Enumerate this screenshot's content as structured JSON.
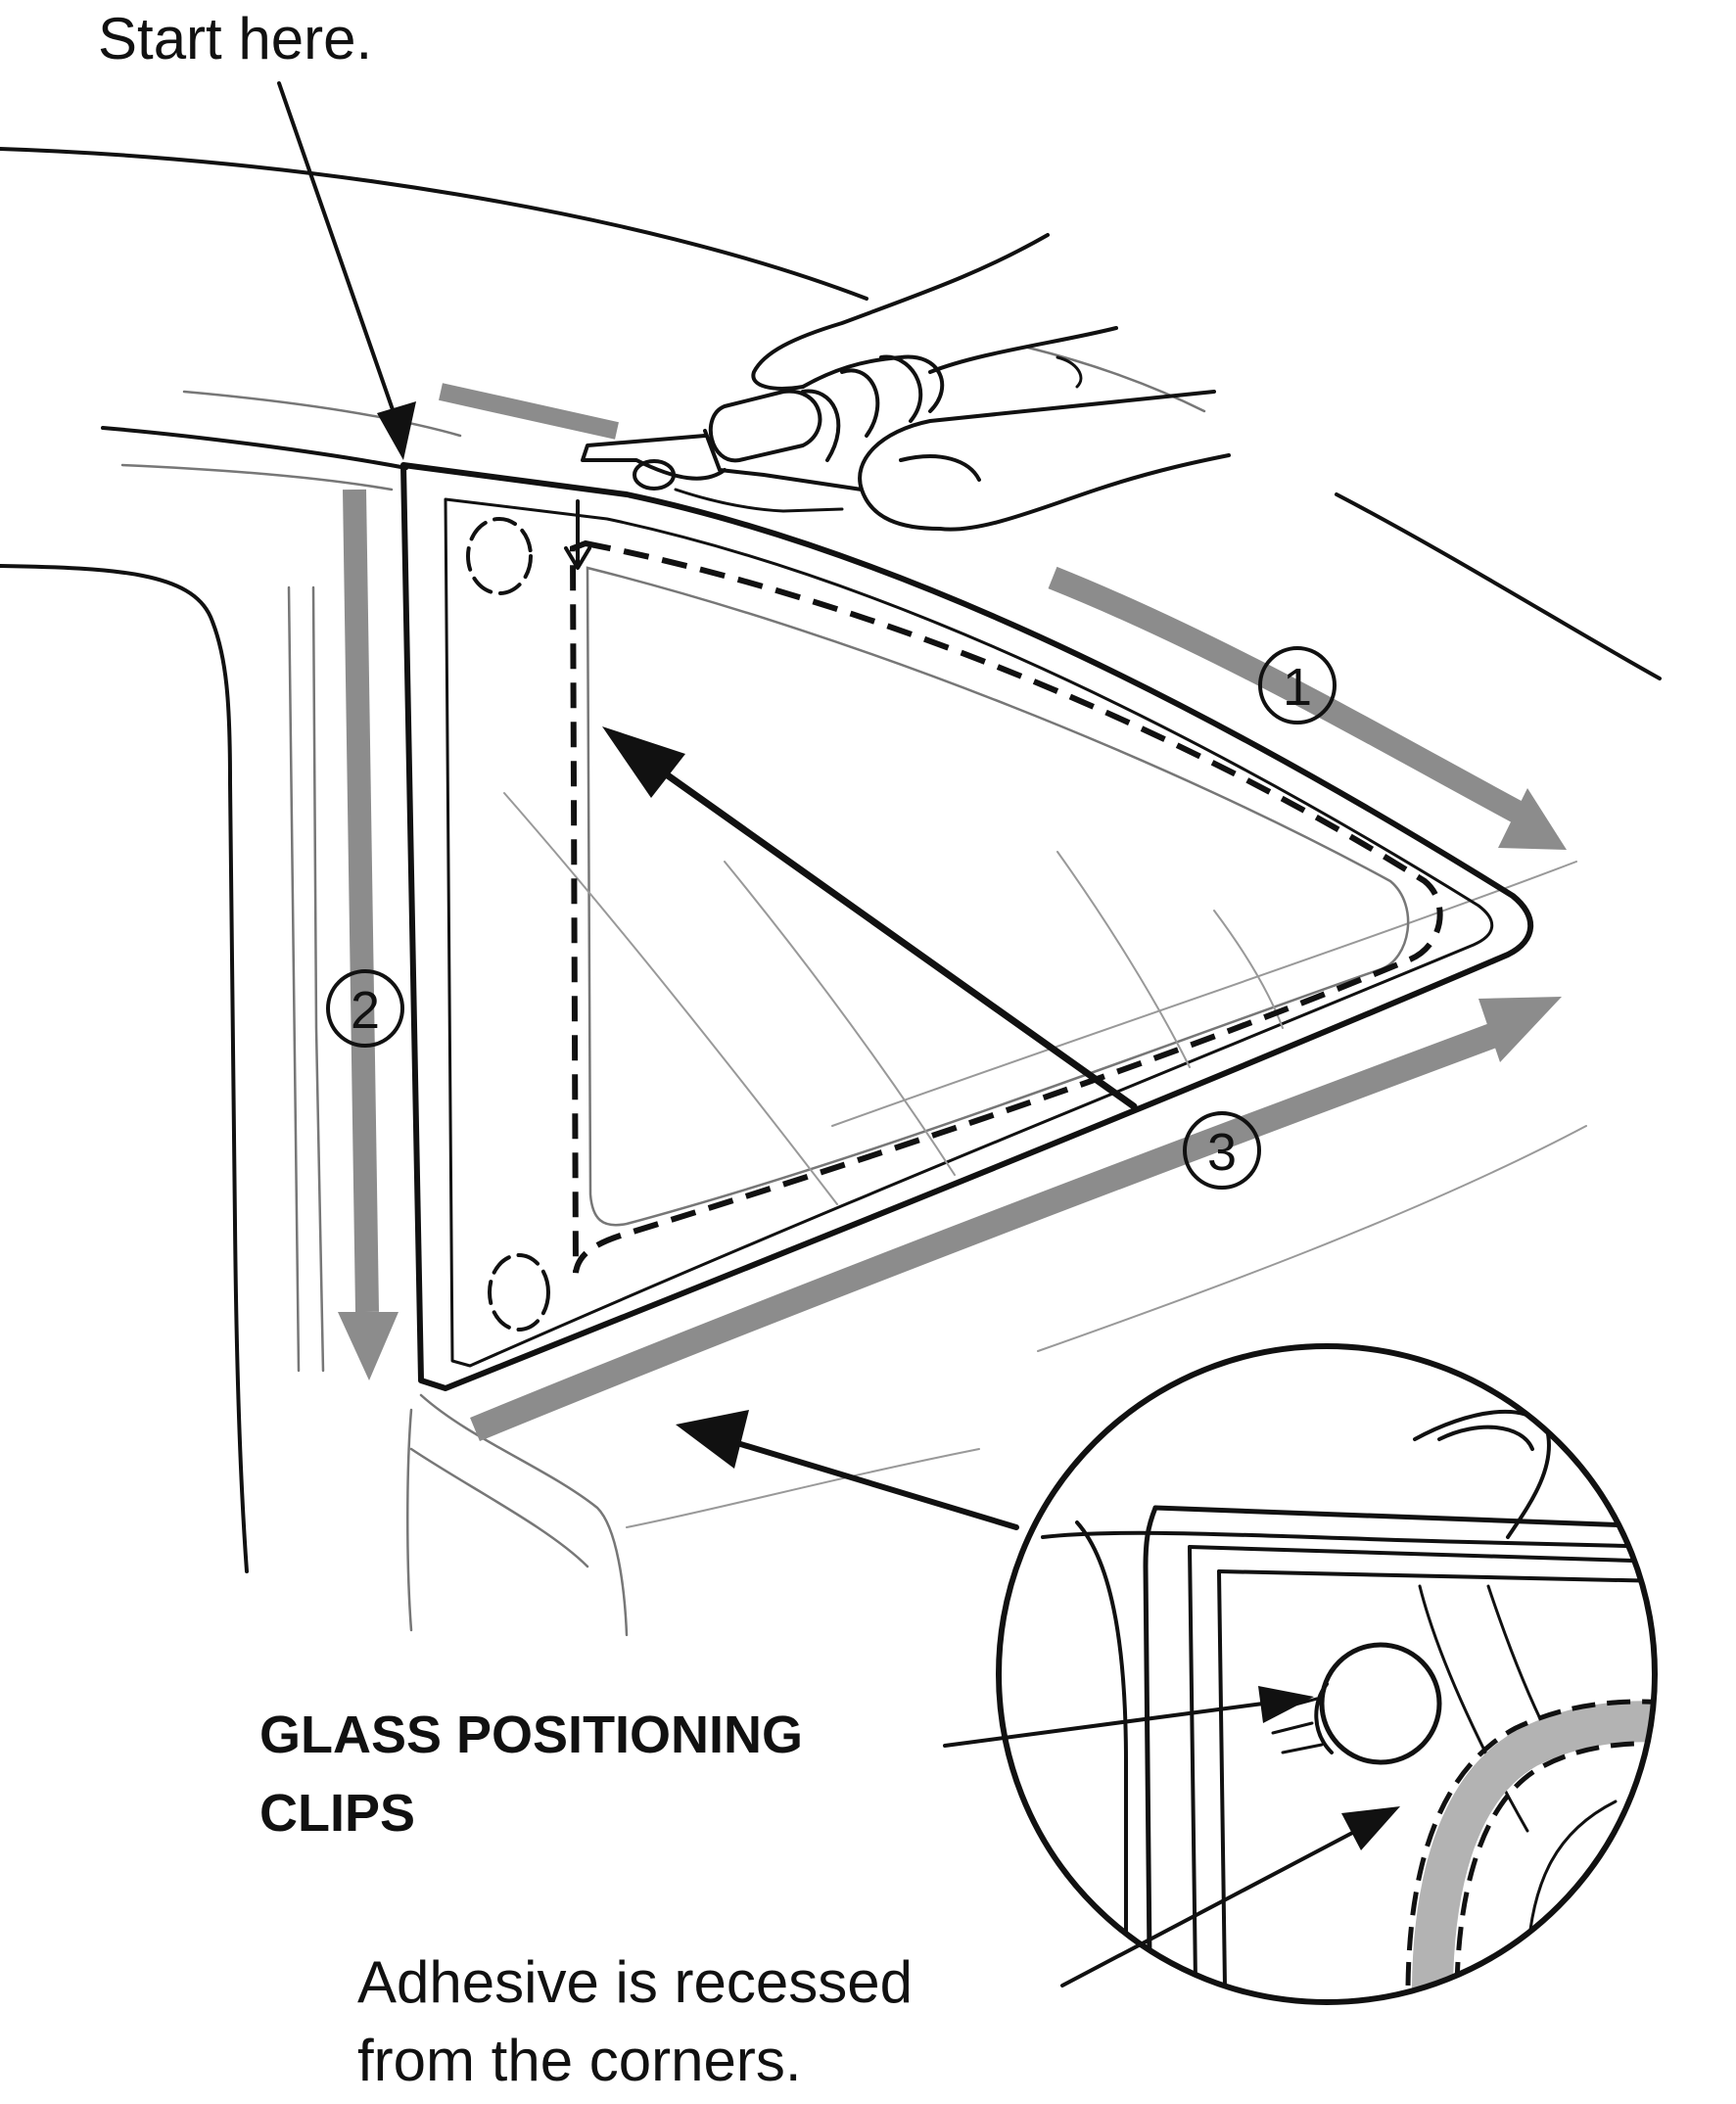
{
  "labels": {
    "start": "Start here.",
    "clips_line1": "GLASS POSITIONING",
    "clips_line2": "CLIPS",
    "adhesive_line1": "Adhesive is recessed",
    "adhesive_line2": "from the corners."
  },
  "steps": [
    "1",
    "2",
    "3"
  ]
}
